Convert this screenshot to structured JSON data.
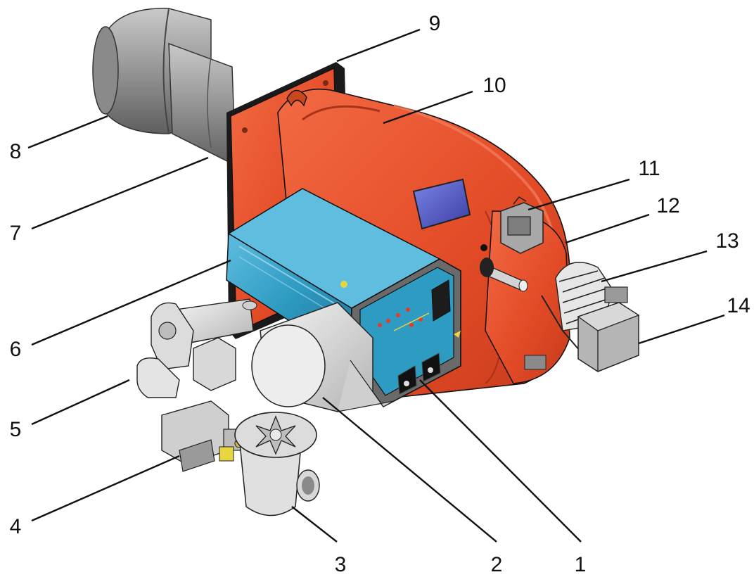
{
  "diagram": {
    "subject": "burner-assembly",
    "colors": {
      "body": "#e8512c",
      "body_shadow": "#c63c1c",
      "body_highlight": "#f4805f",
      "cover": "#2e9bc2",
      "cover_dark": "#1f7396",
      "panel": "#6e6e6e",
      "pipe": "#8a8a8a",
      "pipe_light": "#b9b9b9",
      "valve": "#cfcfcf",
      "window": "#5b62c9",
      "outline": "#111111"
    },
    "callouts": [
      {
        "id": "1",
        "label": "1"
      },
      {
        "id": "2",
        "label": "2"
      },
      {
        "id": "3",
        "label": "3"
      },
      {
        "id": "4",
        "label": "4"
      },
      {
        "id": "5",
        "label": "5"
      },
      {
        "id": "6",
        "label": "6"
      },
      {
        "id": "7",
        "label": "7"
      },
      {
        "id": "8",
        "label": "8"
      },
      {
        "id": "9",
        "label": "9"
      },
      {
        "id": "10",
        "label": "10"
      },
      {
        "id": "11",
        "label": "11"
      },
      {
        "id": "12",
        "label": "12"
      },
      {
        "id": "13",
        "label": "13"
      },
      {
        "id": "14",
        "label": "14"
      }
    ]
  }
}
